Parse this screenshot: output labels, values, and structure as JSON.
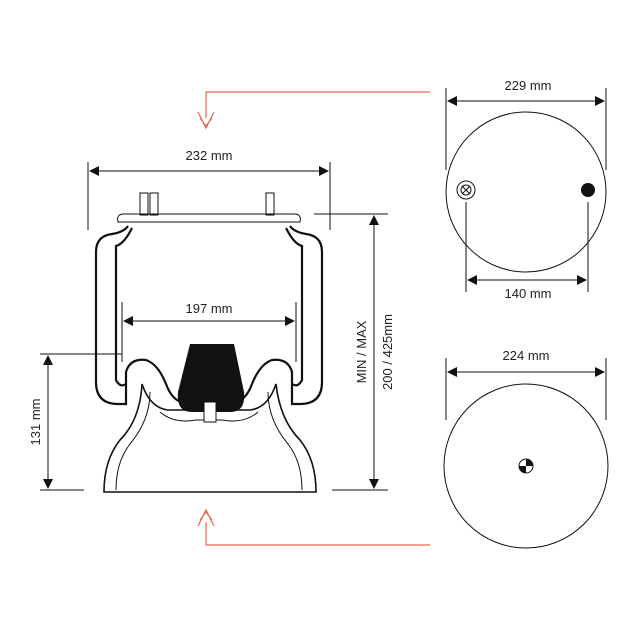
{
  "labels": {
    "top_width": "232 mm",
    "inner_width": "197 mm",
    "piston_height": "131 mm",
    "height_caption": "MIN / MAX",
    "height_range": "200 / 425mm",
    "top_plate_diameter": "229 mm",
    "stud_spacing": "140 mm",
    "bottom_plate_diameter": "224 mm"
  },
  "colors": {
    "accent": "#e8694a",
    "line": "#111111",
    "fill": "#111111"
  }
}
